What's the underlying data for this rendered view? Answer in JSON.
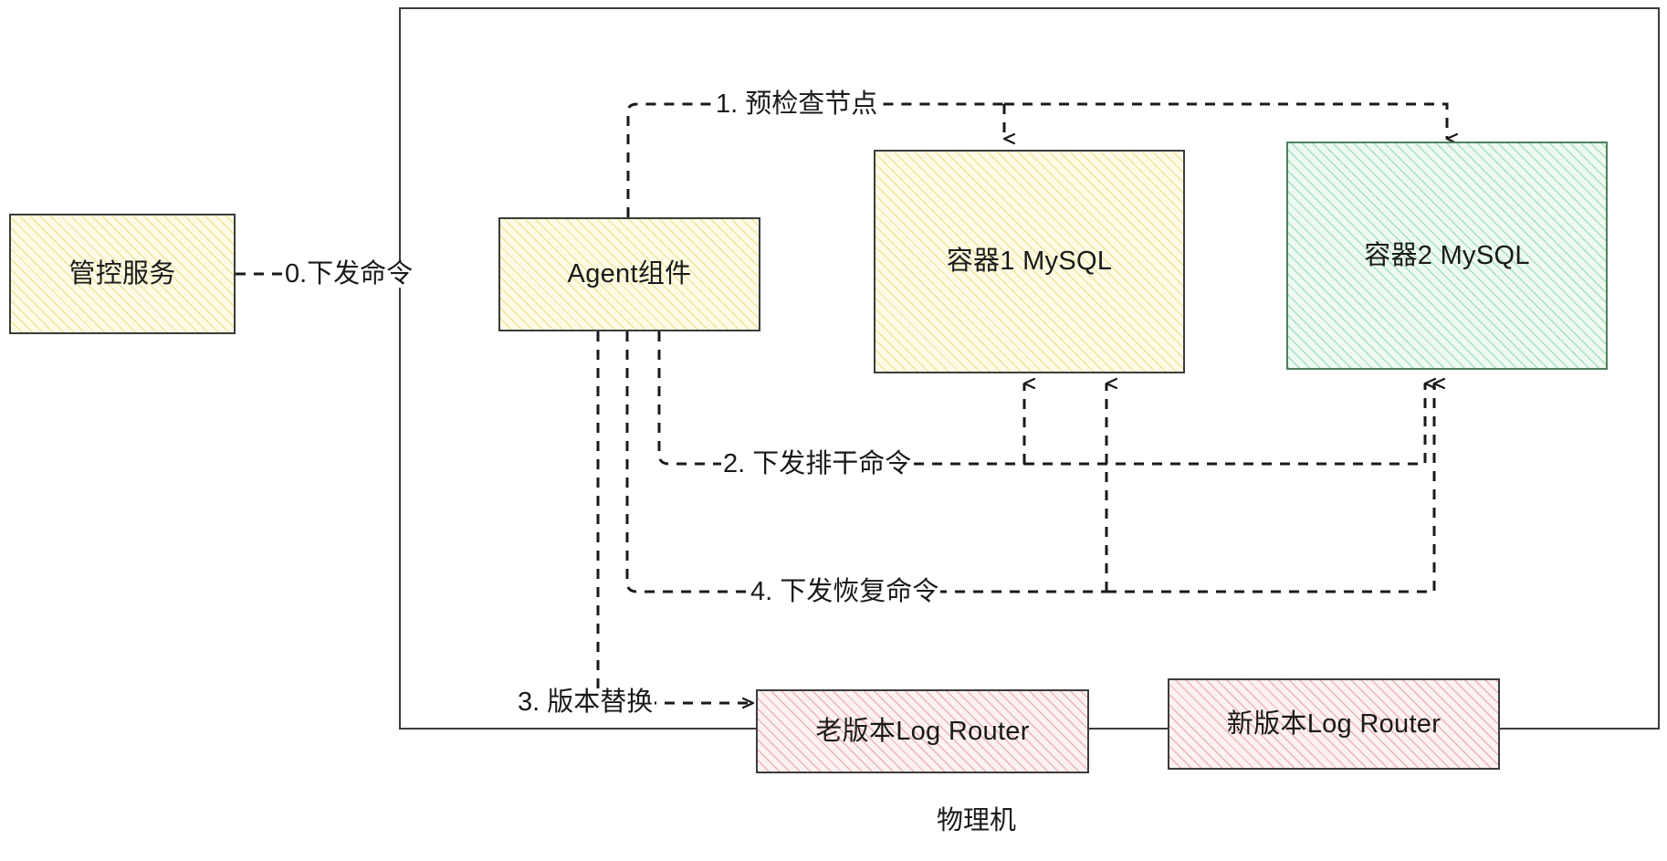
{
  "diagram": {
    "title_label": "物理机",
    "nodes": [
      {
        "id": "control-service",
        "label": "管控服务",
        "fill": "#fdfbe6",
        "stroke": "#3c3c3c"
      },
      {
        "id": "agent",
        "label": "Agent组件",
        "fill": "#fdfbe6",
        "stroke": "#3c3c3c"
      },
      {
        "id": "container1",
        "label": "容器1 MySQL",
        "fill": "#fdfbe6",
        "stroke": "#3c3c3c"
      },
      {
        "id": "container2",
        "label": "容器2 MySQL",
        "fill": "#eefaf1",
        "stroke": "#4f7f60"
      },
      {
        "id": "old-log-router",
        "label": "老版本Log Router",
        "fill": "#fdf1f1",
        "stroke": "#3c3c3c"
      },
      {
        "id": "new-log-router",
        "label": "新版本Log Router",
        "fill": "#fdf1f1",
        "stroke": "#3c3c3c"
      }
    ],
    "edges": [
      {
        "id": "edge-0",
        "label": "0.下发命令",
        "from": "control-service",
        "to": "agent"
      },
      {
        "id": "edge-1",
        "label": "1. 预检查节点",
        "from": "agent",
        "to": "container1,container2"
      },
      {
        "id": "edge-2",
        "label": "2. 下发排干命令",
        "from": "agent",
        "to": "container1,container2"
      },
      {
        "id": "edge-3",
        "label": "3. 版本替换",
        "from": "agent",
        "to": "old-log-router"
      },
      {
        "id": "edge-4",
        "label": "4. 下发恢复命令",
        "from": "agent",
        "to": "container1,container2"
      }
    ],
    "colors": {
      "line": "#1a1a1a",
      "frame": "#3c3c3c",
      "text": "#1a1a1a",
      "background": "#ffffff"
    }
  }
}
